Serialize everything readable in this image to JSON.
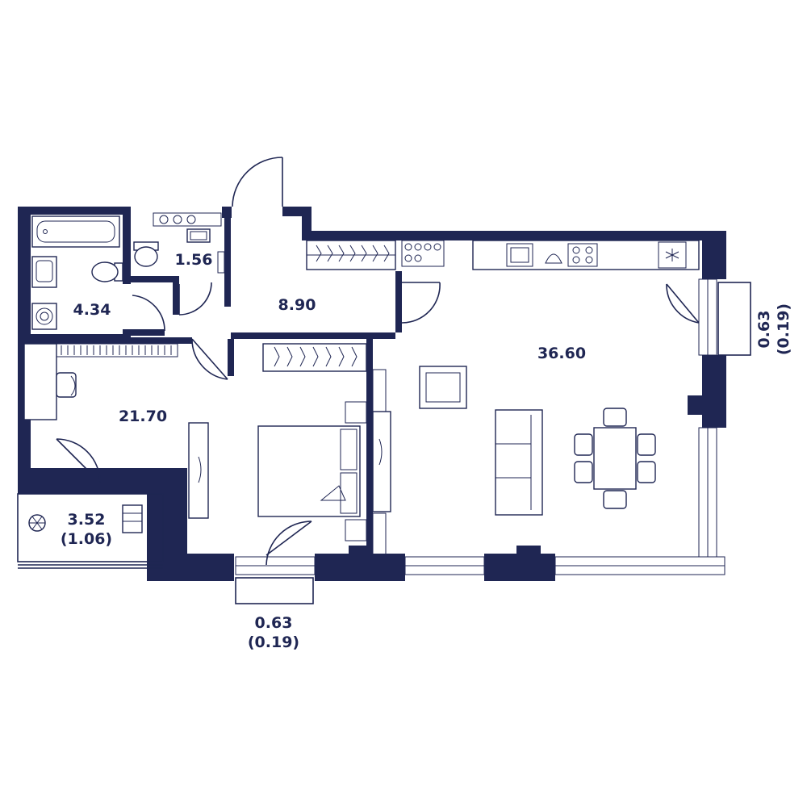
{
  "colors": {
    "wall": "#1f2653",
    "background": "#ffffff"
  },
  "rooms": {
    "bathroom": {
      "area": "4.34"
    },
    "wc": {
      "area": "1.56"
    },
    "hallway": {
      "area": "8.90"
    },
    "bedroom": {
      "area": "21.70"
    },
    "living_kitchen": {
      "area": "36.60"
    },
    "loggia": {
      "area": "3.52",
      "reduced_area": "(1.06)"
    }
  },
  "balconies": {
    "bottom": {
      "area": "0.63",
      "reduced_area": "(0.19)"
    },
    "right": {
      "area": "0.63",
      "reduced_area": "(0.19)"
    }
  },
  "icons": [
    "bathtub-icon",
    "sink-icon",
    "toilet-icon",
    "washing-machine-icon",
    "wardrobe-icon",
    "bed-icon",
    "desk-icon",
    "chair-icon",
    "sofa-icon",
    "armchair-icon",
    "dining-table-icon",
    "stove-icon",
    "plant-icon"
  ]
}
